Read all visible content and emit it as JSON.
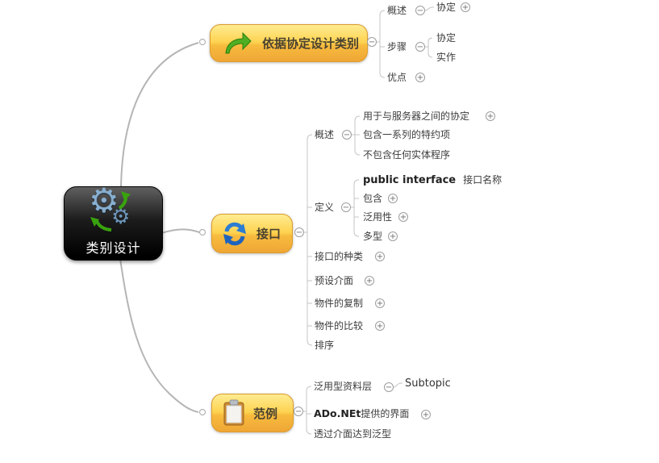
{
  "root": {
    "label": "类别设计",
    "icon": "gears-sync-icon"
  },
  "branches": [
    {
      "label": "依据协定设计类别",
      "icon": "green-arrow-icon",
      "toggle": "−",
      "children": [
        {
          "label": "概述",
          "toggle": "−",
          "children": [
            {
              "label": "协定",
              "toggle": "+"
            }
          ]
        },
        {
          "label": "步骤",
          "toggle": "−",
          "children": [
            {
              "label": "协定"
            },
            {
              "label": "实作"
            }
          ]
        },
        {
          "label": "优点",
          "toggle": "+"
        }
      ]
    },
    {
      "label": "接口",
      "icon": "sync-arrows-icon",
      "toggle": "−",
      "children": [
        {
          "label": "概述",
          "toggle": "−",
          "children": [
            {
              "label": "用于与服务器之间的协定",
              "toggle": "+"
            },
            {
              "label": "包含一系列的特约项"
            },
            {
              "label": "不包含任何实体程序"
            }
          ]
        },
        {
          "label": "定义",
          "toggle": "−",
          "children": [
            {
              "label_code": "public interface",
              "label": "接口名称"
            },
            {
              "label": "包含",
              "toggle": "+"
            },
            {
              "label": "泛用性",
              "toggle": "+"
            },
            {
              "label": "多型",
              "toggle": "+"
            }
          ]
        },
        {
          "label": "接口的种类",
          "toggle": "+"
        },
        {
          "label": "预设介面",
          "toggle": "+"
        },
        {
          "label": "物件的复制",
          "toggle": "+"
        },
        {
          "label": "物件的比较",
          "toggle": "+"
        },
        {
          "label": "排序"
        }
      ]
    },
    {
      "label": "范例",
      "icon": "clipboard-icon",
      "toggle": "−",
      "children": [
        {
          "label": "泛用型资料层",
          "toggle": "−",
          "children": [
            {
              "label": "Subtopic"
            }
          ]
        },
        {
          "label_bold": "ADo.NEt",
          "label": "提供的界面",
          "toggle": "+"
        },
        {
          "label": "透过介面达到泛型"
        }
      ]
    }
  ],
  "colors": {
    "branch_fill_top": "#ffec92",
    "branch_fill_bottom": "#efa636",
    "branch_border": "#db9c2c",
    "root_fill": "#000000",
    "connector": "#b5b5b5",
    "text": "#3c3c3c"
  }
}
